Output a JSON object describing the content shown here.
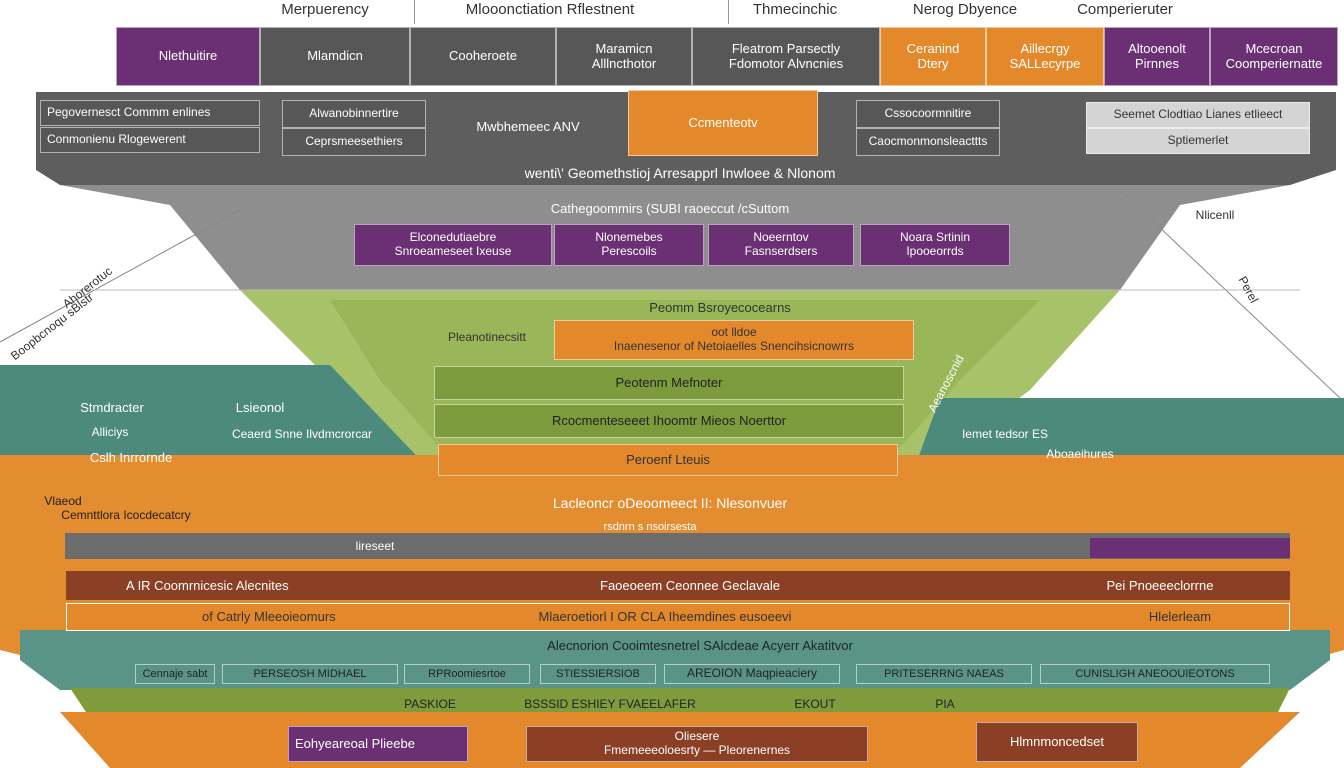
{
  "header": {
    "titles": [
      "Merpuerency",
      "Mlooonctiation Rflestnent",
      "Thmecinchic",
      "Nerog Dbyence",
      "Comperieruter"
    ]
  },
  "top_boxes": [
    {
      "l1": "Nlethuitire",
      "l2": ""
    },
    {
      "l1": "Mlamdicn",
      "l2": ""
    },
    {
      "l1": "Cooheroete",
      "l2": ""
    },
    {
      "l1": "Maramicn",
      "l2": "Alllncthotor"
    },
    {
      "l1": "Fleatrom Parsectly",
      "l2": "Fdomotor Alvncnies"
    },
    {
      "l1": "Ceranind",
      "l2": "Dtery"
    },
    {
      "l1": "Aillecrgy",
      "l2": "SALLecyrpe"
    },
    {
      "l1": "Altooenolt",
      "l2": "Pirnnes"
    },
    {
      "l1": "Mcecroan",
      "l2": "Coomperiernatte"
    }
  ],
  "tier1": {
    "left_a": "Pegovernesct Commm enlines",
    "left_b": "Conmonienu Rlogewerent",
    "mid_a": "Alwanobinnertire",
    "mid_b": "Ceprsmeesethiers",
    "center": "Mwbhemeec ANV",
    "orange": "Ccmenteotv",
    "right_a": "Cssocoormnitire",
    "right_b": "Caocmonmonsleacttts",
    "far_a": "Seemet Clodtiao Lianes etlieect",
    "far_b": "Sptiemerlet",
    "caption": "wenti\\' Geomethstioj   Arresapprl Inwloee & Nlonom"
  },
  "tier2": {
    "caption": "Cathegoommirs (SUBI raoeccut /cSuttom",
    "side_right": "Nlicenll",
    "boxes": [
      {
        "l1": "Elconedutiaebre",
        "l2": "Snroeameseet Ixeuse"
      },
      {
        "l1": "Nlonemebes",
        "l2": "Perescoils"
      },
      {
        "l1": "Noeerntov",
        "l2": "Fasnserdsers"
      },
      {
        "l1": "Noara Srtinin",
        "l2": "Ipooeorrds"
      }
    ]
  },
  "tier3": {
    "caption": "Peomm Bsroyecocearns",
    "side_label": "Pleanotinecsitt",
    "orange_l1": "oot                            lldoe",
    "orange_l2": "Inaenesenor of Netoiaelles  Snencihsicnowrrs",
    "bar1": "Peotenm Mefnoter",
    "bar2": "Rcocmenteseeet Ihoomtr Mieos Noerttor",
    "bar3": "Peroenf Lteuis",
    "bottom": "Lacleoncr oDeoomeect II: Nlesonvuer"
  },
  "side_left": {
    "a": "Stmdracter",
    "b": "Alliciys",
    "c": "Cslh Inrrornde",
    "d": "Lsieonol",
    "e": "Ceaerd Snne Ilvdmcrorcar",
    "v1": "Vlaeod",
    "v2": "Cemnttlora Icocdecatcry"
  },
  "side_right": {
    "a": "Iemet tedsor ES",
    "b": "Aboaeihures"
  },
  "rotated": {
    "left1": "Boopbcnoqu sBlstr",
    "left2": "Ahorerotuc",
    "right1": "Perel",
    "right2": "Aeanoscnid"
  },
  "wide_rows": {
    "grey_band": "lireseet",
    "grey_band_sub": "rsdnrn s nsoirsesta",
    "rust_left": "A IR Coomrnicesic Alecnites",
    "rust_center": "Faoeoeem Ceonnee Geclavale",
    "rust_right": "Pei Pnoeeeclorrne",
    "orange_left": "of Catrly Mleeoieomurs",
    "orange_center": "Mlaeroetiorl I OR CLA Iheemdines  eusoeevi",
    "orange_right": "Hlelerleam",
    "teal_title": "Alecnorion Cooimtesnetrel  SAlcdeae Acyerr Akatitvor",
    "chips": [
      "Cennaje sabt",
      "PERSEOSH MIDHAEL",
      "RPRoomiesrtoe",
      "STIESSIERSIOB",
      "AREOION Maqpieaciery",
      "PRITESERRNG NAEAS",
      "CUNISLIGH ANEOOUIEOTONS"
    ],
    "olive_row": [
      "PASKIOE",
      "BSSSID  ESHIEY FVAEELAFER",
      "EKOUT",
      "PIA"
    ]
  },
  "bottom_row": {
    "purple": "Eohyeareoal Plieebe",
    "rust_l1": "Oliesere",
    "rust_l2": "Fmemeeeoloesrty  —   Pleorenernes",
    "rust_right": "Hlmnmoncedset"
  },
  "colors": {
    "purple": "#6b2f73",
    "grey": "#575757",
    "orange": "#e3892c",
    "rust": "#8b3f24",
    "olive": "#7b9b3c",
    "teal": "#4f8a7d"
  }
}
